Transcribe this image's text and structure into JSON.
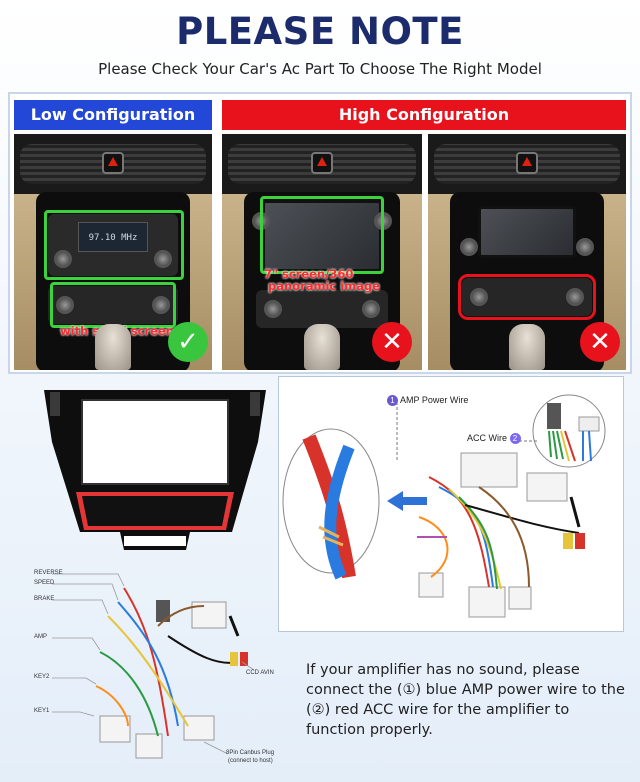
{
  "header": {
    "title": "PLEASE NOTE",
    "subtitle": "Please Check Your Car's Ac Part To Choose The Right Model"
  },
  "configs": {
    "low_label": "Low Configuration",
    "high_label": "High Configuration"
  },
  "photos": {
    "p1": {
      "radio_display": "97.10 MHz",
      "caption": "with small screen",
      "mark": "✓"
    },
    "p2": {
      "caption_line1": "7\" screen/360",
      "caption_line2": "panoramic image",
      "mark": "✕"
    },
    "p3": {
      "mark": "✕"
    }
  },
  "harness": {
    "amp_num": "1",
    "amp_label": "AMP Power Wire",
    "acc_label": "ACC Wire",
    "acc_num": "2"
  },
  "wiring": {
    "labels": [
      "REVERSE",
      "SPEED",
      "BRAKE",
      "AMP",
      "KEY2",
      "KEY1"
    ],
    "ccd": "CCD AVIN",
    "canbus_line1": "8Pin Canbus Plug",
    "canbus_line2": "(connect to host)"
  },
  "note": {
    "text": "If your amplifier has no sound, please connect the (①) blue AMP power wire to the (②) red ACC wire for the amplifier to function properly."
  },
  "colors": {
    "title": "#1b2b6b",
    "low_banner": "#2348d8",
    "high_banner": "#e8121d",
    "ok": "#39c63e",
    "no": "#e8121d",
    "highlight_green": "#3bd23b",
    "highlight_red": "#e8121d",
    "amp_num": "#6a5acd",
    "acc_num": "#7b68ee"
  }
}
